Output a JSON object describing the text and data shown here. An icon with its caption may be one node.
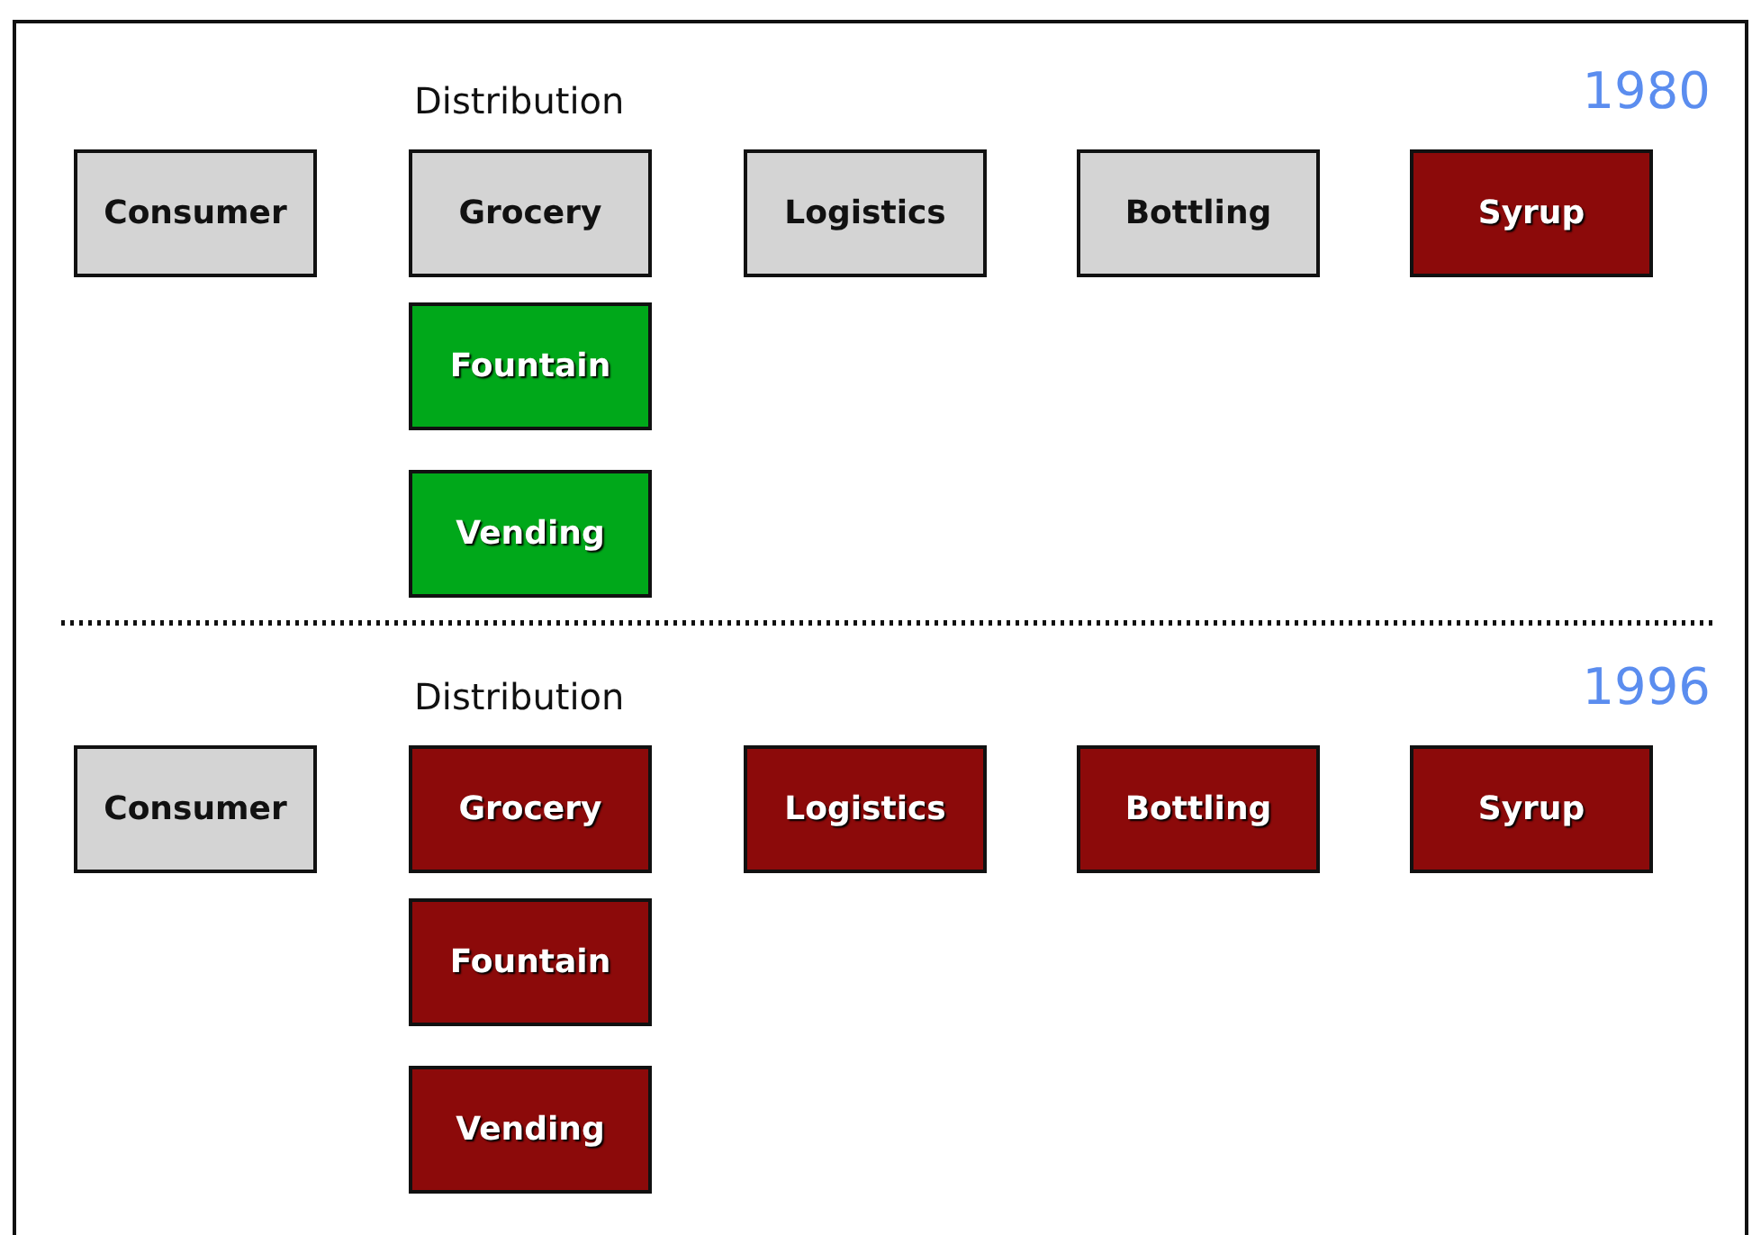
{
  "diagram": {
    "nodes": [
      {
        "text": [
          "Consumer"
        ]
      },
      {
        "text": [
          "Grocery"
        ]
      },
      {
        "text": [
          "Logistics"
        ]
      },
      {
        "text": [
          "Bottling"
        ]
      },
      {
        "text": [
          "Syrup"
        ]
      },
      {
        "text": [
          "Fountain"
        ]
      },
      {
        "text": [
          "Vending"
        ]
      },
      {
        "text": [
          "Consumer"
        ]
      },
      {
        "text": [
          "Grocery"
        ]
      },
      {
        "text": [
          "Logistics"
        ]
      },
      {
        "text": [
          "Bottling"
        ]
      },
      {
        "text": [
          "Syrup"
        ]
      },
      {
        "text": [
          "Fountain"
        ]
      },
      {
        "text": [
          "Vending"
        ]
      }
    ],
    "labels": [
      "Distribution",
      "1980",
      "Distribution",
      "1996"
    ]
  }
}
